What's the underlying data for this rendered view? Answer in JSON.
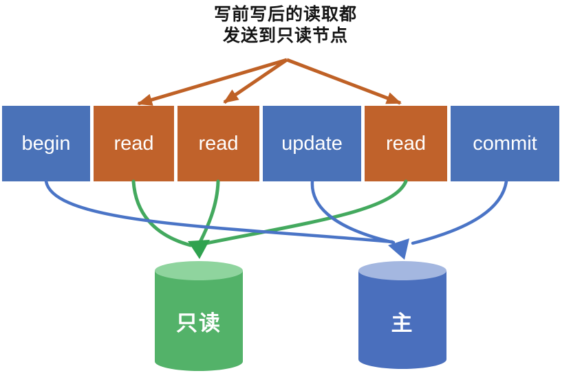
{
  "annotation": {
    "line1": "写前写后的读取都",
    "line2": "发送到只读节点"
  },
  "timeline": {
    "boxes": [
      {
        "label": "begin",
        "color": "blue"
      },
      {
        "label": "read",
        "color": "orange"
      },
      {
        "label": "read",
        "color": "orange"
      },
      {
        "label": "update",
        "color": "blue"
      },
      {
        "label": "read",
        "color": "orange"
      },
      {
        "label": "commit",
        "color": "blue"
      }
    ]
  },
  "nodes": {
    "readonly": {
      "label": "只读"
    },
    "primary": {
      "label": "主"
    }
  },
  "colors": {
    "box-blue": "#4a72b8",
    "box-orange": "#c0622b",
    "box-text": "#ffffff",
    "title-text": "#141414",
    "annotation-arrow": "#bf6126",
    "read-flow": "#43a95e",
    "read-flow-head": "#2fa24f",
    "write-flow": "#4a74c6",
    "readonly-body": "#53b269",
    "readonly-top": "#8fd49e",
    "primary-body": "#4a6fbd",
    "primary-top": "#a4b7e0"
  }
}
